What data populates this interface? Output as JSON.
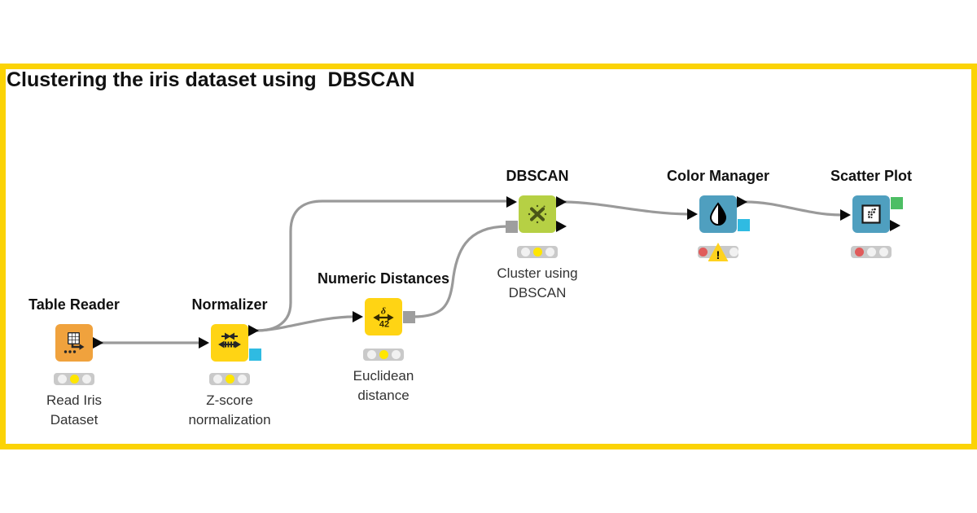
{
  "title": "Clustering the iris dataset using  DBSCAN",
  "colors": {
    "annotation_border": "#FBD305",
    "wire": "#9A9A9A",
    "port_black": "#0A0A0A",
    "cyan_port": "#2FBBE2",
    "gray_port": "#9E9E9E",
    "green_port": "#4DBE64",
    "traffic_off": "#F1F1F1",
    "traffic_yellow": "#FFE600",
    "traffic_red": "#E05B5B",
    "warning_yellow": "#FFD21E",
    "traffic_body": "#C9C9C9"
  },
  "traffic_warning_glyph": "!",
  "nodes": [
    {
      "id": "table-reader",
      "title": "Table Reader",
      "annotation_line1": "Read Iris",
      "annotation_line2": "Dataset",
      "color": "#F0A23D",
      "icon": "table-grid-arrow-icon",
      "traffic": [
        "off",
        "yellow",
        "off"
      ]
    },
    {
      "id": "normalizer",
      "title": "Normalizer",
      "annotation_line1": "Z-score",
      "annotation_line2": "normalization",
      "color": "#FFD414",
      "icon": "normalizer-axis-icon",
      "traffic": [
        "off",
        "yellow",
        "off"
      ]
    },
    {
      "id": "numeric-distances",
      "title": "Numeric Distances",
      "annotation_line1": "Euclidean",
      "annotation_line2": "distance",
      "color": "#FFD414",
      "icon": "delta-42-distance-icon",
      "traffic": [
        "off",
        "yellow",
        "off"
      ]
    },
    {
      "id": "dbscan",
      "title": "DBSCAN",
      "annotation_line1": "Cluster using",
      "annotation_line2": "DBSCAN",
      "color": "#B6D044",
      "icon": "crossed-wands-icon",
      "traffic": [
        "off",
        "yellow",
        "off"
      ]
    },
    {
      "id": "color-manager",
      "title": "Color Manager",
      "annotation_line1": "",
      "annotation_line2": "",
      "color": "#4F9FBF",
      "icon": "droplet-icon",
      "traffic": [
        "red",
        "warning",
        "off"
      ]
    },
    {
      "id": "scatter-plot",
      "title": "Scatter Plot",
      "annotation_line1": "",
      "annotation_line2": "",
      "color": "#4F9FBF",
      "icon": "scatter-dots-icon",
      "traffic": [
        "red",
        "off",
        "off"
      ]
    }
  ],
  "connections": [
    {
      "from": "Table Reader",
      "to": "Normalizer"
    },
    {
      "from": "Normalizer",
      "to": "DBSCAN"
    },
    {
      "from": "Normalizer",
      "to": "Numeric Distances"
    },
    {
      "from": "Numeric Distances",
      "to": "DBSCAN"
    },
    {
      "from": "DBSCAN",
      "to": "Color Manager"
    },
    {
      "from": "Color Manager",
      "to": "Scatter Plot"
    }
  ]
}
